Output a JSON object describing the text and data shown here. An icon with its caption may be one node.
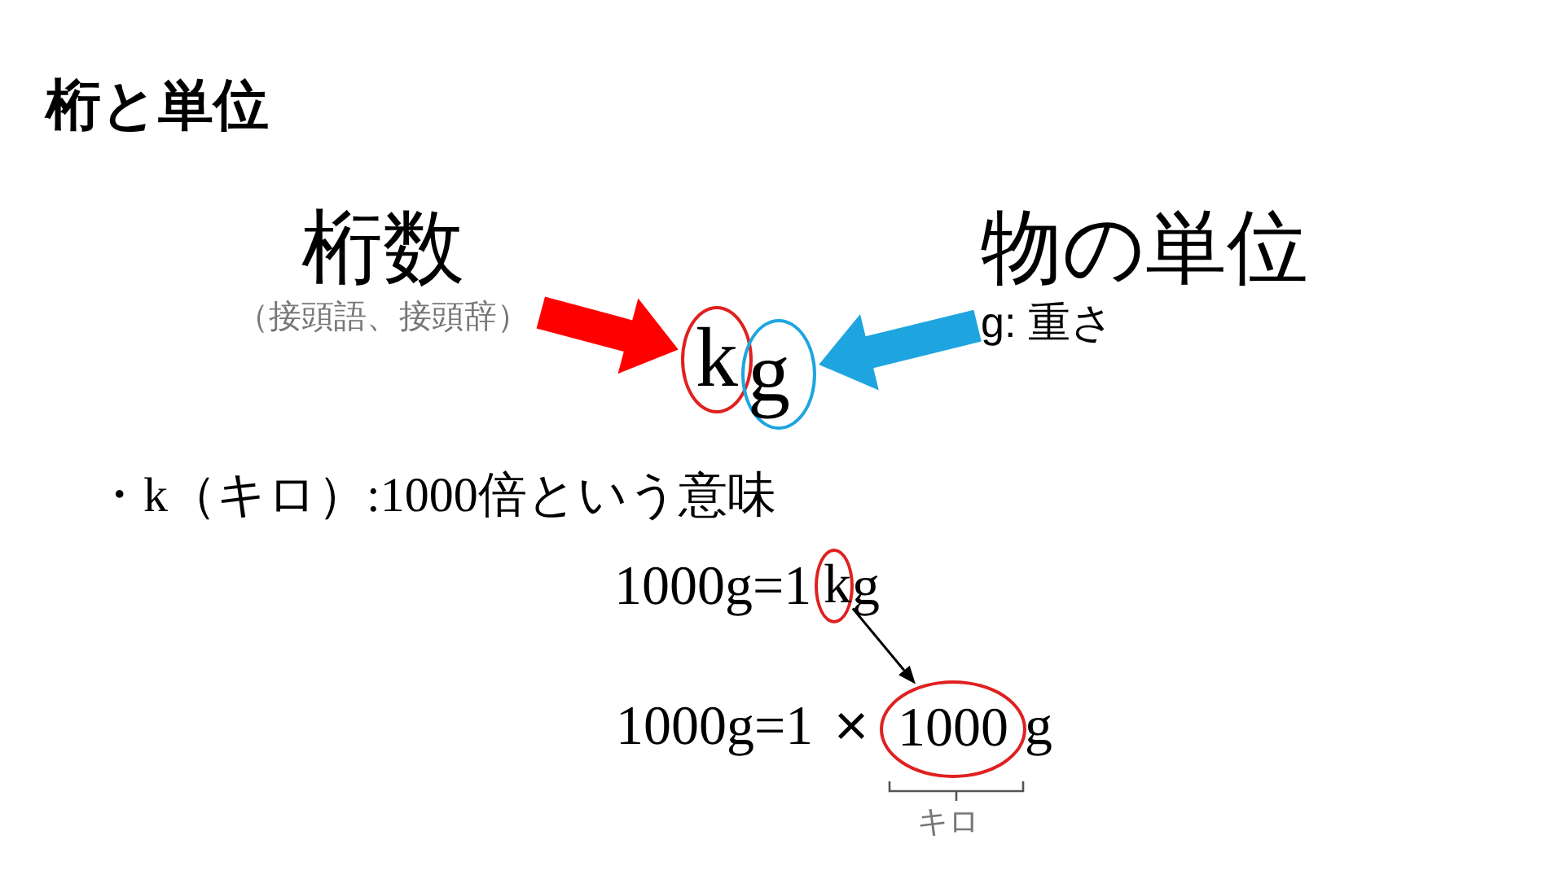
{
  "diagram": {
    "title": "桁と単位",
    "nodes": [
      {
        "text": [
          "桁数",
          "（接頭語、接頭辞）"
        ]
      },
      {
        "text": [
          "k"
        ]
      },
      {
        "text": [
          "g"
        ]
      },
      {
        "text": [
          "物の単位",
          "g: 重さ"
        ]
      },
      {
        "text": [
          "k"
        ]
      },
      {
        "text": [
          "1000"
        ]
      }
    ],
    "edges": [
      {
        "from": 0,
        "to": 1,
        "arrow": "to",
        "style": "thick",
        "color": "#ff0000"
      },
      {
        "from": 3,
        "to": 2,
        "arrow": "to",
        "style": "thick",
        "color": "#1ea5e0"
      },
      {
        "from": 4,
        "to": 5,
        "arrow": "to",
        "color": "#000000"
      }
    ],
    "labels": [
      "・k（キロ）:1000倍という意味",
      "1000g=1",
      "g",
      "1000g=1",
      "×",
      "g",
      "キロ"
    ]
  }
}
